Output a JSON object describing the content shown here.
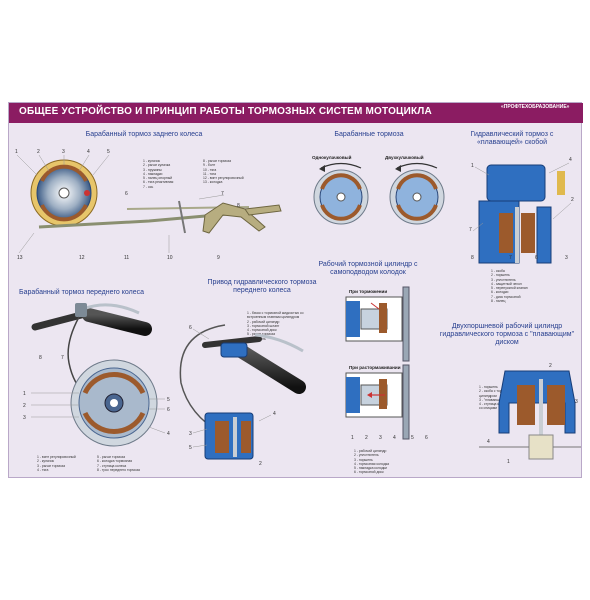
{
  "header": {
    "title": "ОБЩЕЕ УСТРОЙСТВО И ПРИНЦИП РАБОТЫ ТОРМОЗНЫХ СИСТЕМ МОТОЦИКЛА",
    "publisher_name": "«ПРОФТЕХОБРАЗОВАНИЕ»"
  },
  "sections": {
    "rear_drum": "Барабанный тормоз заднего колеса",
    "drum_brakes": "Барабанные тормоза",
    "hydraulic_floating": "Гидравлический тормоз с «плавающей» скобой",
    "front_drum": "Барабанный тормоз переднего колеса",
    "hydraulic_drive": "Привод гидравлического тормоза переднего колеса",
    "self_feeding": "Рабочий тормозной цилиндр с самоподводом колодок",
    "two_piston": "Двухпоршневой рабочий цилиндр гидравлического тормоза с \"плавающим\" диском"
  },
  "drum_labels": {
    "single": "Однокулачковый",
    "double": "Двухкулачковый"
  },
  "self_feeding_labels": {
    "braking": "При торможении",
    "release": "При растормаживании"
  },
  "legends": {
    "rear_drum_left": [
      "1 - кулачок",
      "2 - рычаг кулачка",
      "3 - пружины",
      "4 - накладки",
      "5 - палец опорный",
      "6 - тяга реактивная",
      "7 - ось"
    ],
    "rear_drum_right": [
      "8 - рычаг тормоза",
      "9 - болт",
      "10 - тяга",
      "11 - тяга",
      "12 - винт регулировочный",
      "13 - колодка"
    ],
    "hydraulic_floating": [
      "1 - скоба",
      "2 - поршень",
      "3 - уплотнитель",
      "4 - защитный чехол",
      "5 - перепускной клапан",
      "6 - колодки",
      "7 - диск тормозной",
      "8 - палец"
    ],
    "hydraulic_drive": [
      "1 - бачок с тормозной жидкостью со",
      "   встроенным главным цилиндром",
      "2 - рабочий цилиндр",
      "3 - тормозной шланг",
      "4 - тормозной диск",
      "5 - рычаг тормоза",
      "6 - поршень"
    ],
    "front_drum_left": [
      "1 - винт регулировочный",
      "2 - кулачок",
      "3 - рычаг тормоза",
      "4 - тяга"
    ],
    "front_drum_right": [
      "5 - рычаг тормоза",
      "6 - колодка тормозная",
      "7 - ступица колеса",
      "8 - трос переднего тормоза"
    ],
    "self_feeding": [
      "1 - рабочий цилиндр",
      "2 - уплотнитель",
      "3 - поршень",
      "4 - тормозная колодка",
      "5 - накладка колодки",
      "6 - тормозной диск"
    ],
    "two_piston": [
      "1 - поршень",
      "2 - скоба с тормозным",
      "   цилиндром",
      "3 - \"плавающий\" диск",
      "4 - ступица колеса",
      "   со спицами"
    ]
  },
  "colors": {
    "header_bg": "#8b1c62",
    "poster_bg": "#ece6f1",
    "title_text": "#273f8f",
    "blue_part": "#2f6fc0",
    "brown_part": "#9c5a2c",
    "metal": "#a9b2bb"
  }
}
